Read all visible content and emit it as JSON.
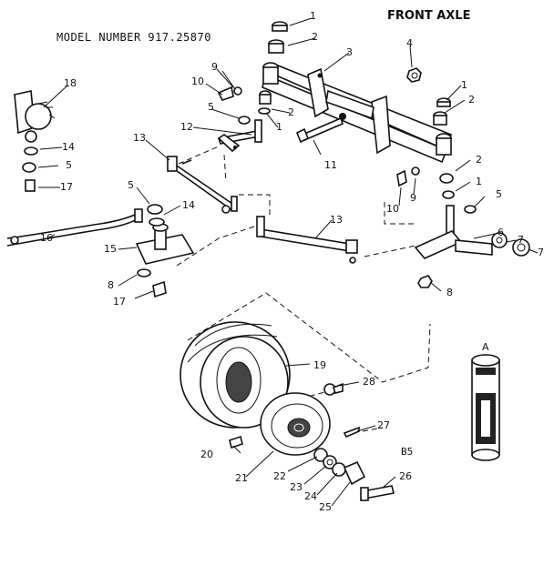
{
  "header": {
    "model_label": "MODEL NUMBER 917.25870",
    "section_title": "FRONT AXLE",
    "sheet_code": "B5"
  },
  "kit_label": "A",
  "callouts": [
    {
      "id": "c1a",
      "text": "1"
    },
    {
      "id": "c2a",
      "text": "2"
    },
    {
      "id": "c3",
      "text": "3"
    },
    {
      "id": "c4",
      "text": "4"
    },
    {
      "id": "c9a",
      "text": "9"
    },
    {
      "id": "c10a",
      "text": "10"
    },
    {
      "id": "c5a",
      "text": "5"
    },
    {
      "id": "c2b",
      "text": "2"
    },
    {
      "id": "c1b",
      "text": "1"
    },
    {
      "id": "c12",
      "text": "12"
    },
    {
      "id": "c13a",
      "text": "13"
    },
    {
      "id": "c18",
      "text": "18"
    },
    {
      "id": "c14a",
      "text": "14"
    },
    {
      "id": "c5b",
      "text": "5"
    },
    {
      "id": "c17a",
      "text": "17"
    },
    {
      "id": "c11",
      "text": "11"
    },
    {
      "id": "c1c",
      "text": "1"
    },
    {
      "id": "c2c",
      "text": "2"
    },
    {
      "id": "c2d",
      "text": "2"
    },
    {
      "id": "c1d",
      "text": "1"
    },
    {
      "id": "c5c",
      "text": "5"
    },
    {
      "id": "c9b",
      "text": "9"
    },
    {
      "id": "c10b",
      "text": "10"
    },
    {
      "id": "c5d",
      "text": "5"
    },
    {
      "id": "c14b",
      "text": "14"
    },
    {
      "id": "c13b",
      "text": "13"
    },
    {
      "id": "c6",
      "text": "6"
    },
    {
      "id": "c7a",
      "text": "7"
    },
    {
      "id": "c7b",
      "text": "7"
    },
    {
      "id": "c15",
      "text": "15"
    },
    {
      "id": "c16",
      "text": "16"
    },
    {
      "id": "c8a",
      "text": "8"
    },
    {
      "id": "c8b",
      "text": "8"
    },
    {
      "id": "c17b",
      "text": "17"
    },
    {
      "id": "c19",
      "text": "19"
    },
    {
      "id": "c28",
      "text": "28"
    },
    {
      "id": "c27",
      "text": "27"
    },
    {
      "id": "c20",
      "text": "20"
    },
    {
      "id": "c21",
      "text": "21"
    },
    {
      "id": "c22",
      "text": "22"
    },
    {
      "id": "c23",
      "text": "23"
    },
    {
      "id": "c24",
      "text": "24"
    },
    {
      "id": "c25",
      "text": "25"
    },
    {
      "id": "c26",
      "text": "26"
    }
  ]
}
